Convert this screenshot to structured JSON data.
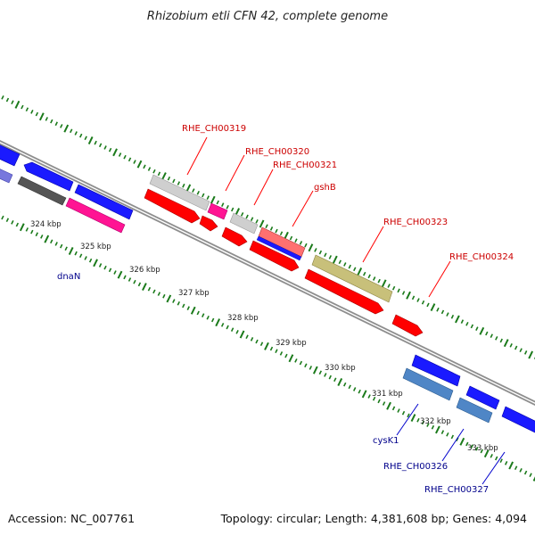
{
  "header": {
    "title": "Rhizobium etli CFN 42, complete genome"
  },
  "footer": {
    "accession": "Accession: NC_007761",
    "summary": "Topology: circular; Length: 4,381,608 bp; Genes: 4,094"
  },
  "colors": {
    "backbone": "#8e8e8e",
    "tick": "#1a7a1a",
    "top_strand_label": "#cc0000",
    "bottom_strand_label": "#00008b",
    "leader_top": "#ff0000",
    "leader_bottom": "#0000cc"
  },
  "ticks": [
    {
      "label": "324 kbp"
    },
    {
      "label": "325 kbp"
    },
    {
      "label": "326 kbp"
    },
    {
      "label": "327 kbp"
    },
    {
      "label": "328 kbp"
    },
    {
      "label": "329 kbp"
    },
    {
      "label": "330 kbp"
    },
    {
      "label": "331 kbp"
    },
    {
      "label": "332 kbp"
    },
    {
      "label": "333 kbp"
    }
  ],
  "labels_top": [
    {
      "text": "RHE_CH00319"
    },
    {
      "text": "RHE_CH00320"
    },
    {
      "text": "RHE_CH00321"
    },
    {
      "text": "gshB"
    },
    {
      "text": "RHE_CH00323"
    },
    {
      "text": "RHE_CH00324"
    }
  ],
  "labels_bottom": [
    {
      "text": "dnaN"
    },
    {
      "text": "cysK1"
    },
    {
      "text": "RHE_CH00326"
    },
    {
      "text": "RHE_CH00327"
    }
  ]
}
